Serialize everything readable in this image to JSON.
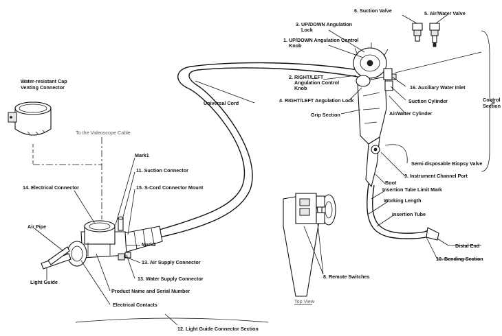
{
  "labels": {
    "suction_valve": "6. Suction Valve",
    "air_water_valve": "5. Air/Water Valve",
    "updown_lock_1": "3. UP/DOWN Angulation",
    "updown_lock_2": "Lock",
    "updown_knob_1": "1. UP/DOWN Angulation Control",
    "updown_knob_2": "Knob",
    "rightleft_knob_1": "2. RIGHT/LEFT",
    "rightleft_knob_2": "Angulation Control",
    "rightleft_knob_3": "Knob",
    "auxiliary_water_inlet": "16. Auxiliary Water Inlet",
    "rightleft_lock": "4. RIGHT/LEFT Angulation Lock",
    "suction_cylinder": "Suction Cylinder",
    "universal_cord": "Universal Cord",
    "grip_section": "Grip Section",
    "air_water_cylinder": "Air/Water Cylinder",
    "control_section_1": "Control",
    "control_section_2": "Section",
    "water_cap_1": "Water-resistant Cap",
    "water_cap_2": "Venting Connector",
    "to_videoscope": "To the Videoscope Cable",
    "mark1": "Mark1",
    "biopsy_valve": "Semi-disposable Biopsy Valve",
    "suction_connector": "11. Suction Connector",
    "instrument_port": "9. Instrument Channel Port",
    "electrical_connector": "14. Electrical Connector",
    "scord_mount": "15. S-Cord Connector Mount",
    "boot": "Boot",
    "insertion_limit": "Insertion Tube Limit Mark",
    "working_length": "Working Length",
    "insertion_tube": "Insertion Tube",
    "air_pipe": "Air Pipe",
    "mark2": "Mark2",
    "distal_end": "Distal End",
    "bending_section": "10. Bending Section",
    "air_supply": "13. Air Supply Connector",
    "light_guide": "Light Guide",
    "water_supply": "13. Water Supply Connector",
    "remote_switches": "8. Remote Switches",
    "product_name": "Product Name and Serial Number",
    "top_view": "Top View",
    "electrical_contacts": "Electrical Contacts",
    "light_guide_section": "12. Light Guide Connector Section"
  }
}
